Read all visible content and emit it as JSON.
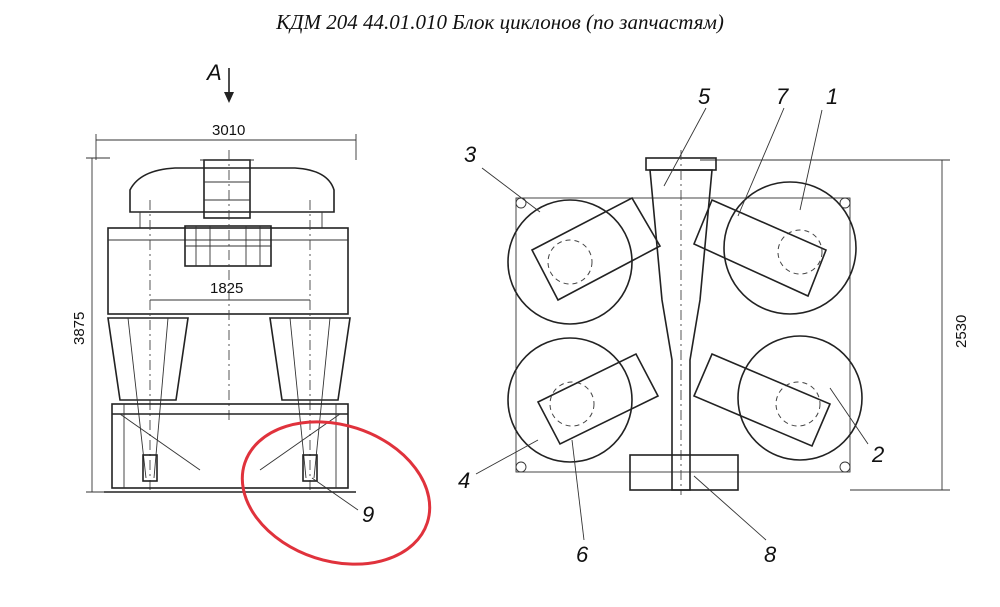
{
  "title": "КДМ 204 44.01.010  Блок циклонов (по запчастям)",
  "view_label": "A",
  "dimensions": {
    "width_total": "3010",
    "inner_width": "1825",
    "height_total": "3875",
    "height_right": "2530"
  },
  "callouts": [
    "1",
    "2",
    "3",
    "4",
    "5",
    "6",
    "7",
    "8",
    "9"
  ],
  "highlight_color": "#e0323c"
}
